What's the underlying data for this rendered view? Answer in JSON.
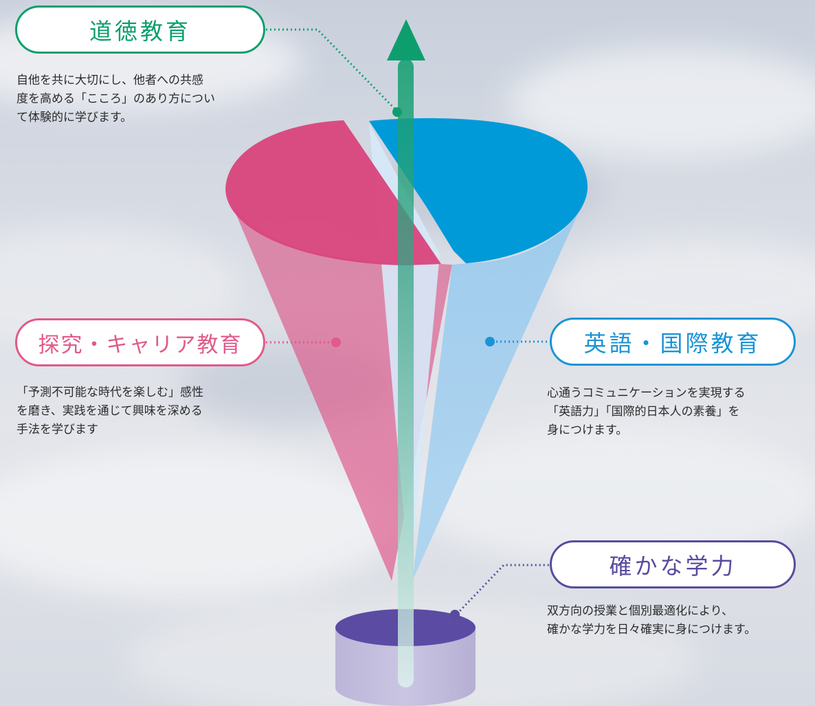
{
  "colors": {
    "moral": "#0e9e6e",
    "inquiry": "#e05a8a",
    "english": "#1a94d6",
    "academic": "#5a4a9e",
    "pink_cone": "#e17aa0",
    "blue_cone": "#a8d2f0",
    "pink_top": "#d9457c",
    "blue_top": "#009ad9"
  },
  "sections": {
    "moral": {
      "title": "道徳教育",
      "lines": [
        "自他を共に大切にし、他者への共感",
        "度を高める「こころ」のあり方につい",
        "て体験的に学びます。"
      ]
    },
    "inquiry": {
      "title": "探究・キャリア教育",
      "lines": [
        "「予測不可能な時代を楽しむ」感性",
        "を磨き、実践を通じて興味を深める",
        "手法を学びます"
      ]
    },
    "english": {
      "title": "英語・国際教育",
      "lines": [
        "心通うコミュニケーションを実現する",
        "「英語力」「国際的日本人の素養」を",
        "身につけます。"
      ]
    },
    "academic": {
      "title": "確かな学力",
      "lines": [
        "双方向の授業と個別最適化により、",
        "確かな学力を日々確実に身につけます。"
      ]
    }
  }
}
